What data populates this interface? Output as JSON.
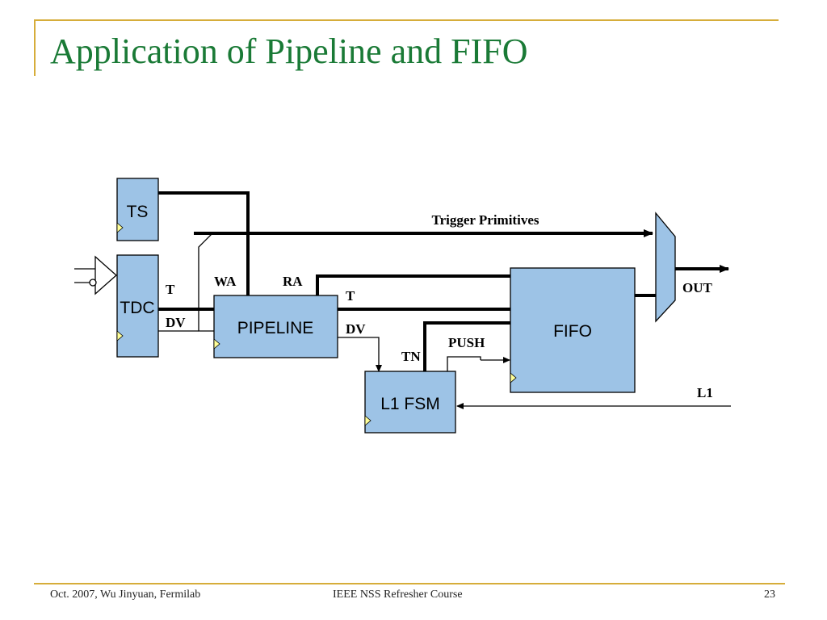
{
  "title": "Application of Pipeline and FIFO",
  "footer": {
    "left": "Oct. 2007, Wu Jinyuan, Fermilab",
    "center": "IEEE NSS Refresher Course",
    "page": "23"
  },
  "diagram": {
    "blocks": {
      "ts": "TS",
      "tdc": "TDC",
      "pipeline": "PIPELINE",
      "fifo": "FIFO",
      "l1fsm": "L1 FSM"
    },
    "labels": {
      "trigger_primitives": "Trigger Primitives",
      "t_tdc": "T",
      "dv_tdc": "DV",
      "wa": "WA",
      "ra": "RA",
      "t_fifo": "T",
      "dv_pipeline": "DV",
      "push": "PUSH",
      "tn": "TN",
      "out": "OUT",
      "l1": "L1"
    },
    "colors": {
      "block_fill": "#9dc3e6",
      "clock_marker": "#ffff99",
      "title": "#1a7a36",
      "frame": "#d6ad3a"
    }
  }
}
